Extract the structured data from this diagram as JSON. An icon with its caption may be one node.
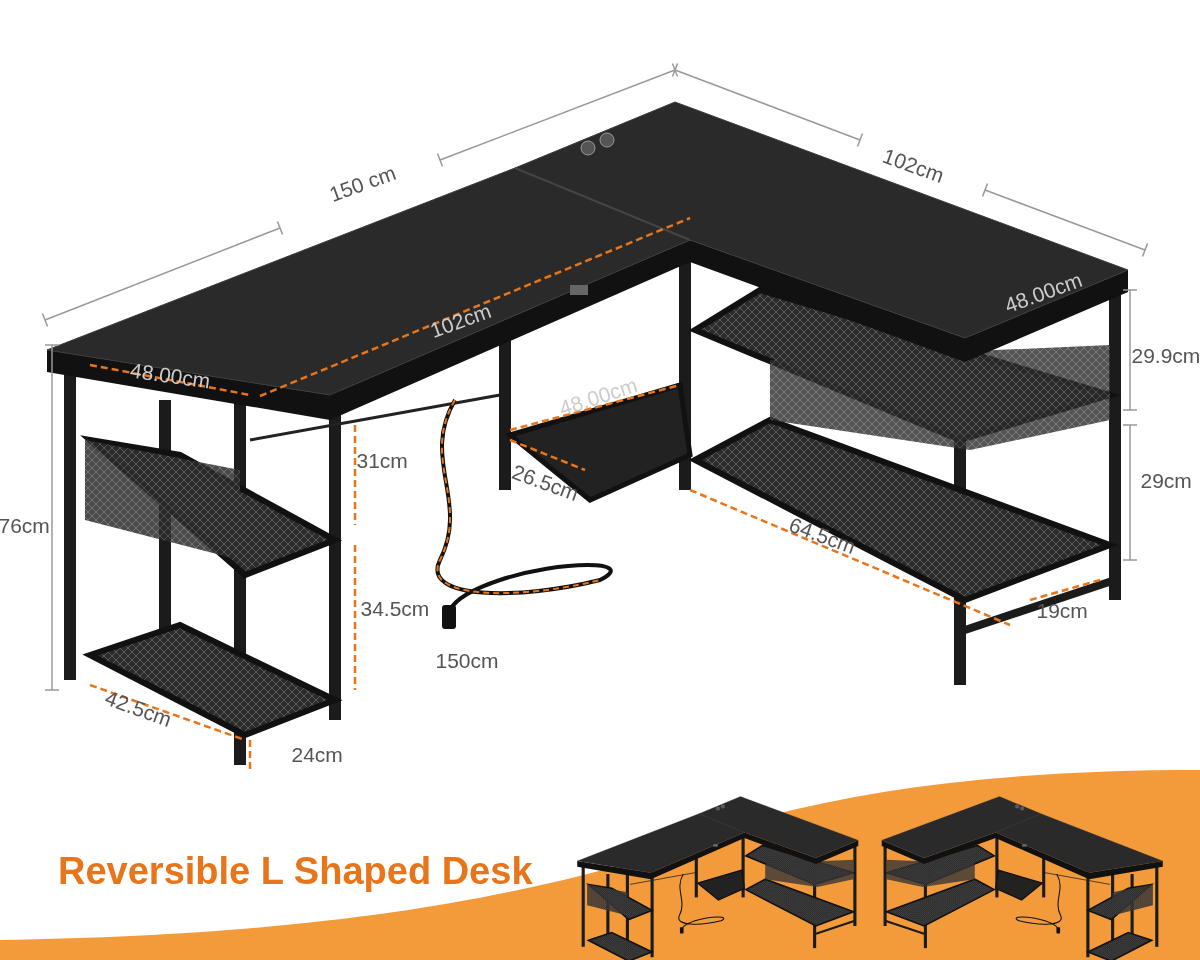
{
  "diagram": {
    "title": "Reversible L Shaped Desk",
    "labels": [
      "150 cm",
      "102cm",
      "48.00cm",
      "102cm",
      "29.9cm",
      "48.00cm",
      "48.00cm",
      "76cm",
      "31cm",
      "26.5cm",
      "29cm",
      "64.5cm",
      "34.5cm",
      "19cm",
      "150cm",
      "42.5cm",
      "24cm"
    ]
  }
}
